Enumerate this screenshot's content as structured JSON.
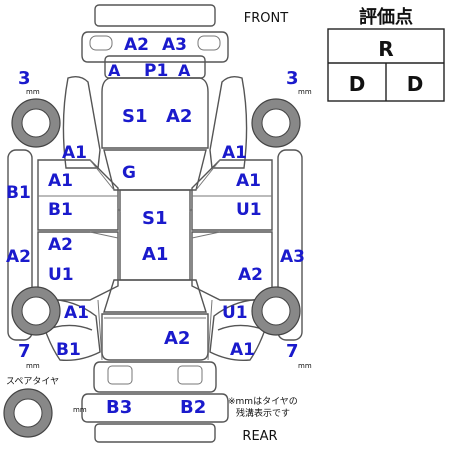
{
  "labels": {
    "front": "FRONT",
    "rear": "REAR",
    "spare_tire": "スペアタイヤ",
    "tread_note_line1": "※mmはタイヤの",
    "tread_note_line2": "残溝表示です",
    "mm": "mm"
  },
  "grade_table": {
    "title": "評価点",
    "overall": "R",
    "interior": "D",
    "exterior": "D"
  },
  "tires": {
    "front_left": "3",
    "front_right": "3",
    "rear_left": "7",
    "rear_right": "7"
  },
  "codes": {
    "front_bumper_left": "A2",
    "front_bumper_right": "A3",
    "grille_left": "A",
    "grille_center": "P1",
    "grille_right": "A",
    "hood_left": "S1",
    "hood_right": "A2",
    "windshield": "G",
    "left_pillar_front": "A1",
    "right_pillar_front": "A1",
    "left_fender_outer": "B1",
    "left_front_door_1": "A1",
    "left_front_door_2": "B1",
    "right_front_door_1": "A1",
    "right_front_door_2": "U1",
    "roof_1": "S1",
    "roof_2": "A1",
    "left_rear_door_1": "A2",
    "left_rear_door_2": "U1",
    "right_rear_door": "A2",
    "left_side_outer": "A2",
    "right_side_outer": "A3",
    "left_rocker_rear": "A1",
    "right_rocker_rear": "U1",
    "trunk": "A2",
    "left_quarter": "B1",
    "right_quarter": "A1",
    "rear_bumper_left": "B3",
    "rear_bumper_right": "B2"
  }
}
